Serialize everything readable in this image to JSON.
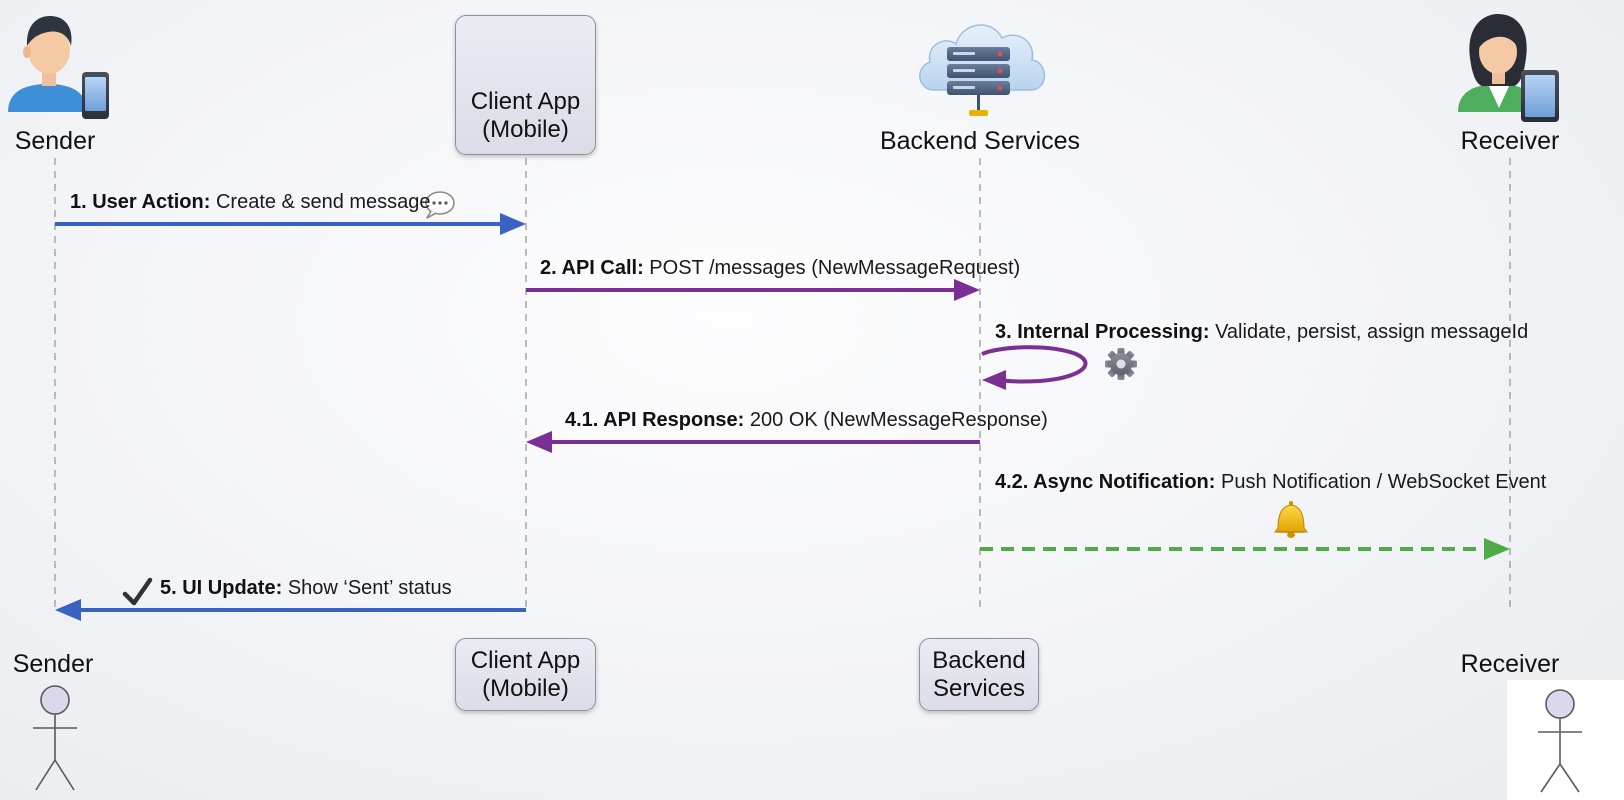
{
  "participants": {
    "sender": {
      "name": "Sender",
      "icon": "person-with-phone-icon"
    },
    "client": {
      "name": "Client App\n(Mobile)",
      "icon": "smartphone-icon"
    },
    "backend": {
      "name": "Backend Services",
      "footer_name": "Backend\nServices",
      "icon": "cloud-server-icon"
    },
    "receiver": {
      "name": "Receiver",
      "icon": "woman-with-tablet-icon"
    }
  },
  "messages": [
    {
      "id": "1",
      "prefix": "1. User Action:",
      "text": "Create & send message",
      "icon": "chat-bubble-icon",
      "color": "#3a62c4",
      "style": "solid"
    },
    {
      "id": "2",
      "prefix": "2. API Call:",
      "text": "POST /messages (NewMessageRequest)",
      "color": "#7a2f94",
      "style": "solid"
    },
    {
      "id": "3",
      "prefix": "3. Internal Processing:",
      "text": "Validate, persist, assign messageId",
      "icon": "gear-icon",
      "color": "#7a2f94",
      "style": "self-loop"
    },
    {
      "id": "4.1",
      "prefix": "4.1. API Response:",
      "text": "200 OK (NewMessageResponse)",
      "color": "#7a2f94",
      "style": "solid"
    },
    {
      "id": "4.2",
      "prefix": "4.2. Async Notification:",
      "text": "Push Notification / WebSocket Event",
      "icon": "bell-icon",
      "color": "#4faa4a",
      "style": "dashed"
    },
    {
      "id": "5",
      "prefix": "5. UI Update:",
      "text": "Show ‘Sent’ status",
      "icon": "checkmark-icon",
      "color": "#3a62c4",
      "style": "solid"
    }
  ],
  "colors": {
    "lifeline": "#9a9a9a",
    "box_fill": "#e2e2ec",
    "box_border": "#8f90a0"
  }
}
